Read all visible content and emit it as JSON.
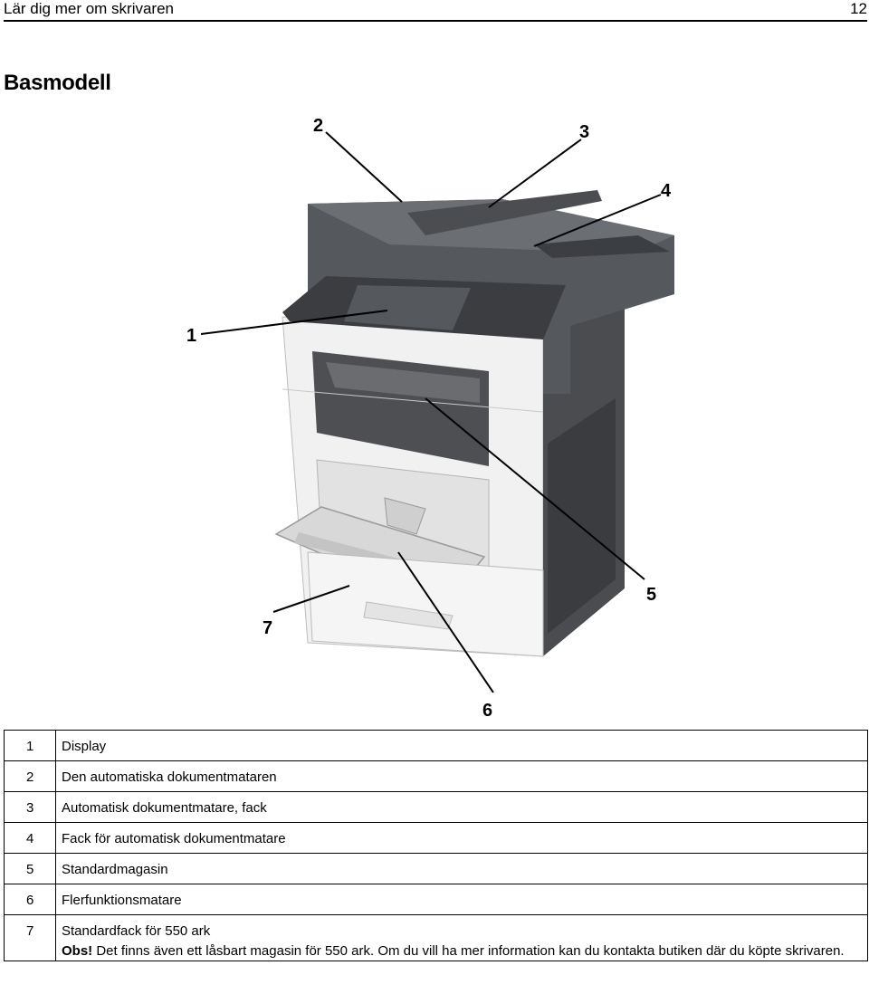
{
  "header": {
    "chapter": "Lär dig mer om skrivaren",
    "page_number": "12"
  },
  "section_title": "Basmodell",
  "callouts": [
    "1",
    "2",
    "3",
    "4",
    "5",
    "6",
    "7"
  ],
  "parts": [
    {
      "num": "1",
      "label": "Display"
    },
    {
      "num": "2",
      "label": "Den automatiska dokumentmataren"
    },
    {
      "num": "3",
      "label": "Automatisk dokumentmatare, fack"
    },
    {
      "num": "4",
      "label": "Fack för automatisk dokumentmatare"
    },
    {
      "num": "5",
      "label": "Standardmagasin"
    },
    {
      "num": "6",
      "label": "Flerfunktionsmatare"
    },
    {
      "num": "7",
      "label": "Standardfack för 550 ark"
    }
  ],
  "note": {
    "prefix": "Obs!",
    "text": " Det finns även ett låsbart magasin för 550 ark. Om du vill ha mer information kan du kontakta butiken där du köpte skrivaren."
  },
  "colors": {
    "printer_dark": "#3f4144",
    "printer_light": "#ececec",
    "text": "#000000"
  },
  "icons": [
    "printer-illustration"
  ]
}
